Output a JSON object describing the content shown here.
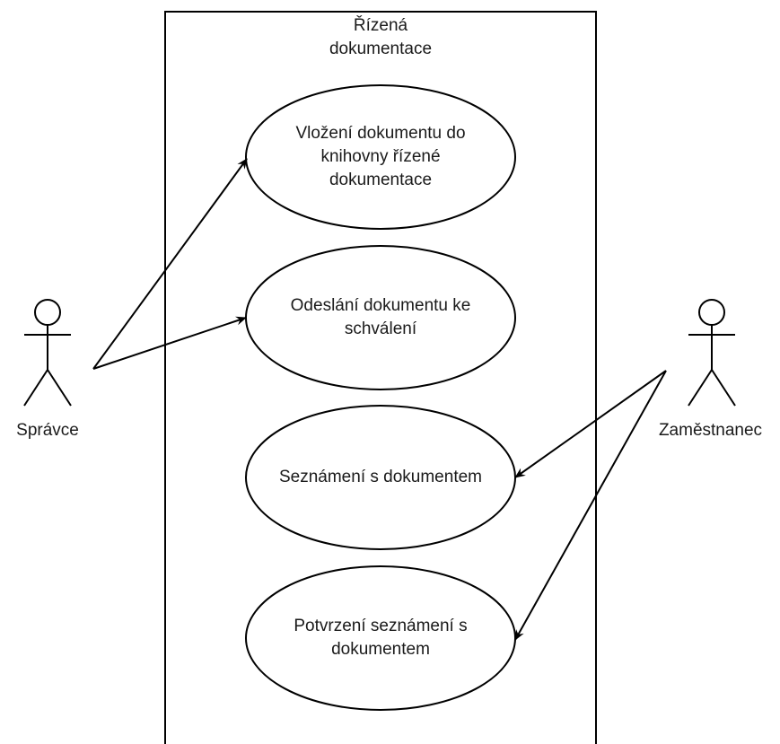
{
  "system": {
    "title": "Řízená\ndokumentace"
  },
  "actors": {
    "admin": {
      "label": "Správce"
    },
    "employee": {
      "label": "Zaměstnanec"
    }
  },
  "use_cases": {
    "insert": {
      "label": "Vložení dokumentu do\nknihovny řízené\ndokumentace"
    },
    "send": {
      "label": "Odeslání dokumentu ke\nschválení"
    },
    "read": {
      "label": "Seznámení s dokumentem"
    },
    "confirm": {
      "label": "Potvrzení seznámení s\ndokumentem"
    }
  },
  "associations": [
    {
      "from": "Správce",
      "to": "Vložení dokumentu do knihovny řízené dokumentace"
    },
    {
      "from": "Správce",
      "to": "Odeslání dokumentu ke schválení"
    },
    {
      "from": "Zaměstnanec",
      "to": "Seznámení s dokumentem"
    },
    {
      "from": "Zaměstnanec",
      "to": "Potvrzení seznámení s dokumentem"
    }
  ],
  "colors": {
    "stroke": "#000000",
    "text": "#1a1a1a",
    "background": "#ffffff"
  }
}
